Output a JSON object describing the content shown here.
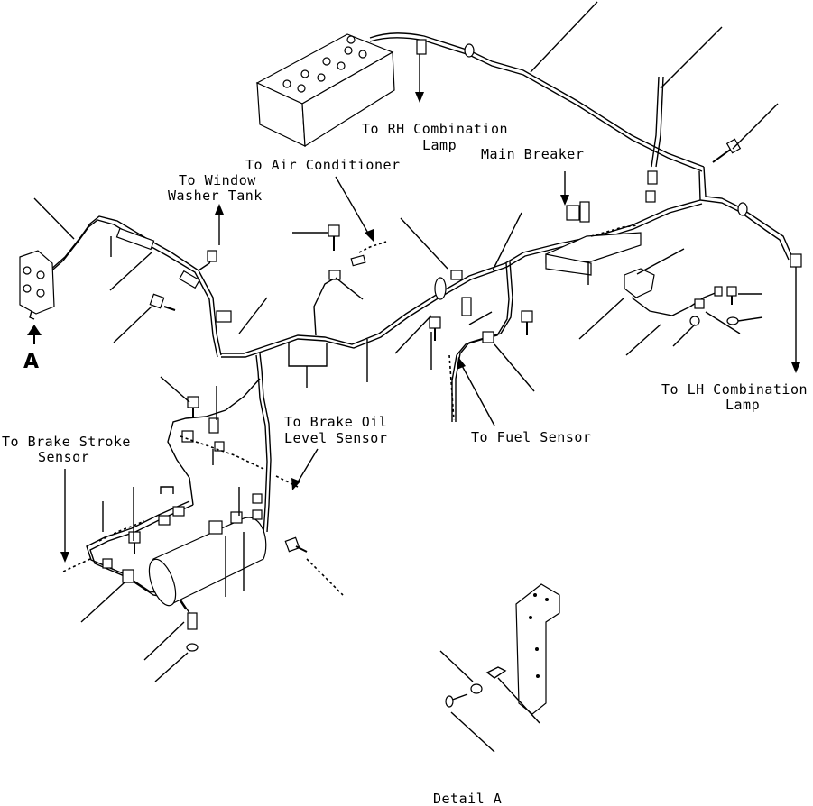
{
  "labels": {
    "rh_lamp_1": "To RH Combination",
    "rh_lamp_2": "Lamp",
    "air_conditioner": "To Air Conditioner",
    "window_washer_1": "To Window",
    "window_washer_2": "Washer Tank",
    "main_breaker": "Main Breaker",
    "lh_lamp_1": "To LH Combination",
    "lh_lamp_2": "Lamp",
    "brake_oil_1": "To Brake Oil",
    "brake_oil_2": "Level Sensor",
    "brake_stroke_1": "To Brake Stroke",
    "brake_stroke_2": "Sensor",
    "fuel_sensor": "To Fuel Sensor",
    "view_a": "A",
    "detail_a": "Detail A"
  },
  "icons": [
    "battery-icon",
    "main-breaker-icon",
    "air-tank-icon",
    "bracket-icon",
    "bolt-icon",
    "washer-icon",
    "connector-icon"
  ]
}
